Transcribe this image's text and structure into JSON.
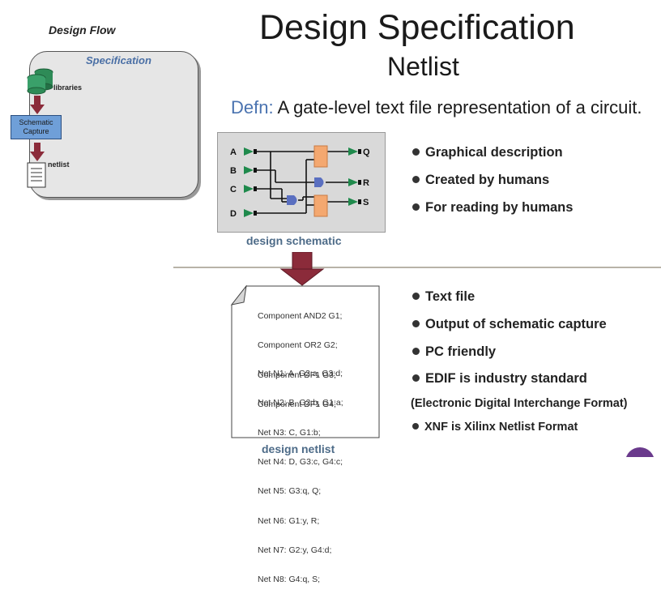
{
  "flow": {
    "title": "Design Flow",
    "spec": "Specification",
    "libraries": "libraries",
    "capture_line1": "Schematic",
    "capture_line2": "Capture",
    "netlist": "netlist"
  },
  "header": {
    "title": "Design Specification",
    "subtitle": "Netlist"
  },
  "definition": {
    "term": "Defn:",
    "text": " A gate-level text file representation of a circuit."
  },
  "schematic": {
    "caption": "design schematic",
    "inputs": [
      "A",
      "B",
      "C",
      "D"
    ],
    "outputs": [
      "Q",
      "R",
      "S"
    ]
  },
  "top_bullets": [
    "Graphical description",
    "Created by humans",
    "For reading by humans"
  ],
  "netlist": {
    "caption": "design netlist",
    "components": [
      "Component AND2 G1;",
      "Component OR2 G2;",
      "Component DF1 G3;",
      "Component DF1 G4;"
    ],
    "nets": [
      "Net N1: A, G2:a, G3:d;",
      "Net N2: B, G2:b, G1:a;",
      "Net N3: C, G1:b;",
      "Net N4: D, G3:c, G4:c;",
      "Net N5: G3:q, Q;",
      "Net N6: G1:y, R;",
      "Net N7: G2:y, G4:d;",
      "Net N8: G4:q, S;"
    ]
  },
  "bottom_bullets": [
    "Text file",
    "Output of schematic capture",
    "PC friendly",
    "EDIF is industry standard"
  ],
  "edif_note": "(Electronic Digital Interchange Format)",
  "xnf_bullet": "XNF is Xilinx Netlist Format",
  "colors": {
    "accent": "#4a73b0",
    "caption": "#4d6b88",
    "arrow": "#8b2b3a",
    "gate_green": "#1f8a4c",
    "gate_blue": "#5a6fc0",
    "flipflop": "#f4a870"
  }
}
